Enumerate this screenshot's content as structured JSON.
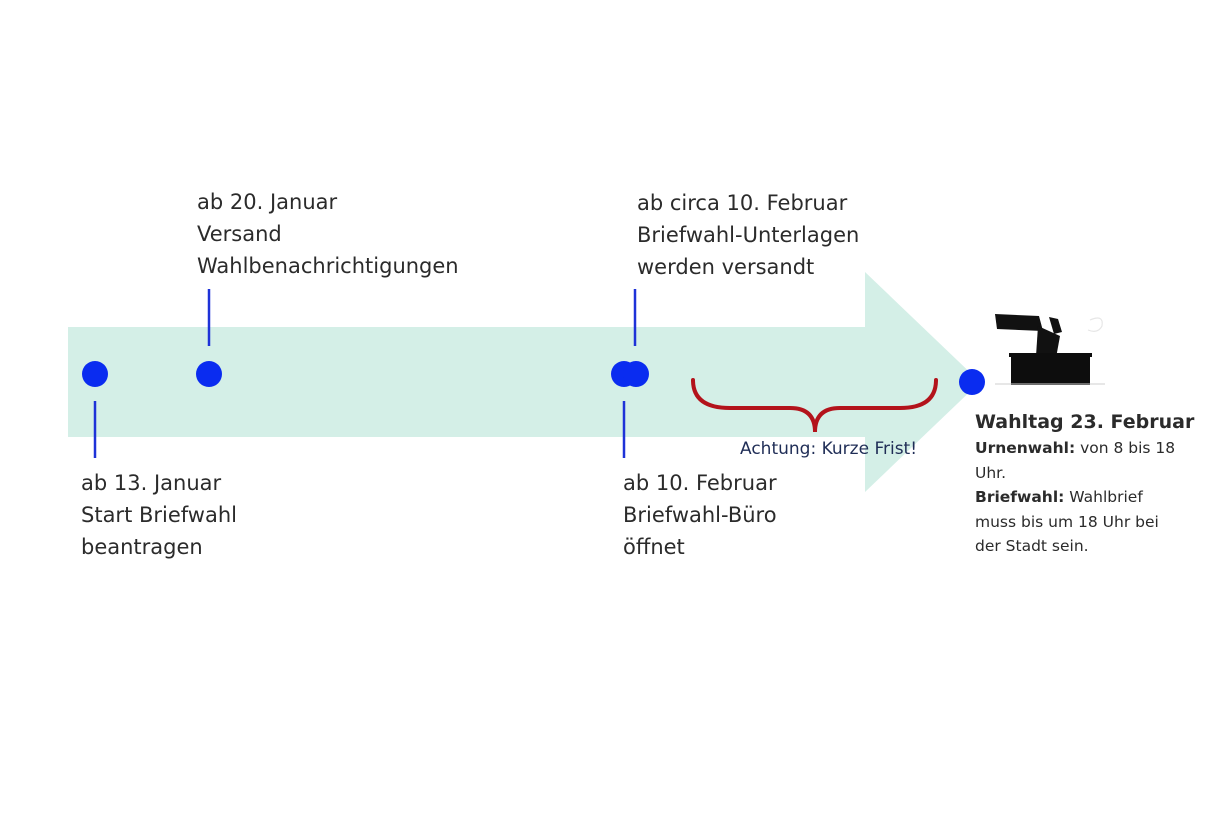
{
  "colors": {
    "arrow_fill": "#d4efe7",
    "marker": "#0a2cf0",
    "connector": "#1e32d8",
    "brace": "#b3131b",
    "text": "#2b2b2b",
    "warning_text": "#1f2d56"
  },
  "events": [
    {
      "date": "ab 13. Januar",
      "lines": [
        "Start Briefwahl",
        "beantragen"
      ]
    },
    {
      "date": "ab 20. Januar",
      "lines": [
        "Versand",
        "Wahlbenachrichtigungen"
      ]
    },
    {
      "date": "ab 10. Februar",
      "lines": [
        "Briefwahl-Büro",
        "öffnet"
      ]
    },
    {
      "date": "ab circa 10. Februar",
      "lines": [
        "Briefwahl-Unterlagen",
        "werden versandt"
      ]
    }
  ],
  "warning": "Achtung: Kurze Frist!",
  "election_day": {
    "title": "Wahltag 23. Februar",
    "urn_label": "Urnenwahl:",
    "urn_text_1": "von 8 bis 18",
    "urn_text_2": "Uhr.",
    "postal_label": "Briefwahl:",
    "postal_text_1": "Wahlbrief",
    "postal_text_2": "muss bis um 18 Uhr bei",
    "postal_text_3": "der Stadt sein."
  },
  "icon": "ballot-box-icon"
}
